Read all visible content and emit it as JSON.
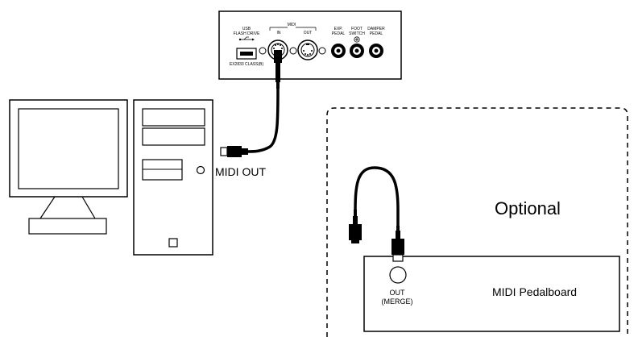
{
  "panel": {
    "usb_line1": "USB",
    "usb_line2": "FLASH DRIVE",
    "usb_class": "EX2833 CLASS(B)",
    "midi_heading": "MIDI",
    "midi_in": "IN",
    "midi_out": "OUT",
    "exp_line1": "EXP.",
    "exp_line2": "PEDAL",
    "foot_line1": "FOOT",
    "foot_line2": "SWITCH",
    "damper_line1": "DAMPER",
    "damper_line2": "PEDAL"
  },
  "computer": {
    "midi_out_label": "MIDI OUT"
  },
  "optional_box": {
    "label": "Optional"
  },
  "pedalboard": {
    "name": "MIDI Pedalboard",
    "port_line1": "OUT",
    "port_line2": "(MERGE)"
  },
  "colors": {
    "stroke": "#000000",
    "background": "#ffffff"
  }
}
